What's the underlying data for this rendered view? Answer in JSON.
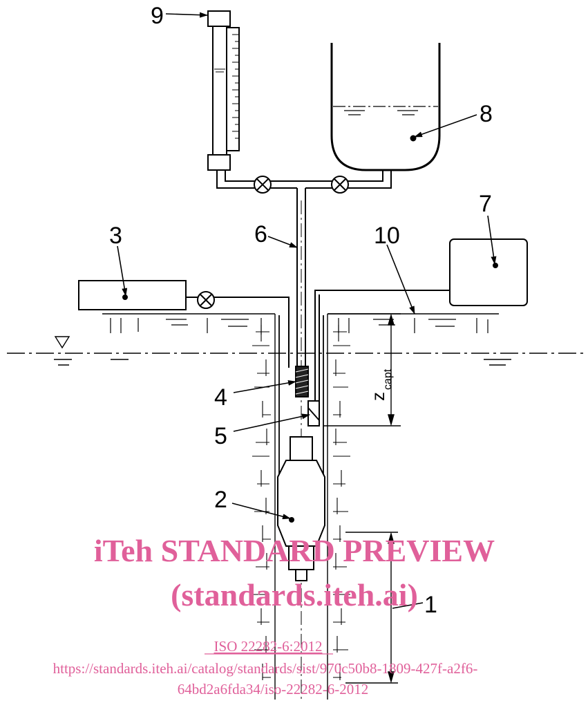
{
  "labels": {
    "l1": "1",
    "l2": "2",
    "l3": "3",
    "l4": "4",
    "l5": "5",
    "l6": "6",
    "l7": "7",
    "l8": "8",
    "l9": "9",
    "l10": "10"
  },
  "dimension": {
    "z": "z",
    "sub": "capt"
  },
  "watermark": {
    "line1": "iTeh STANDARD PREVIEW",
    "line2": "(standards.iteh.ai)",
    "line3": "ISO 22282-6:2012",
    "line4": "https://standards.iteh.ai/catalog/standards/sist/970c50b8-1809-427f-a2f6-",
    "line5": "64bd2a6fda34/iso-22282-6-2012"
  },
  "colors": {
    "line": "#000000",
    "watermark": "#e0609a"
  }
}
